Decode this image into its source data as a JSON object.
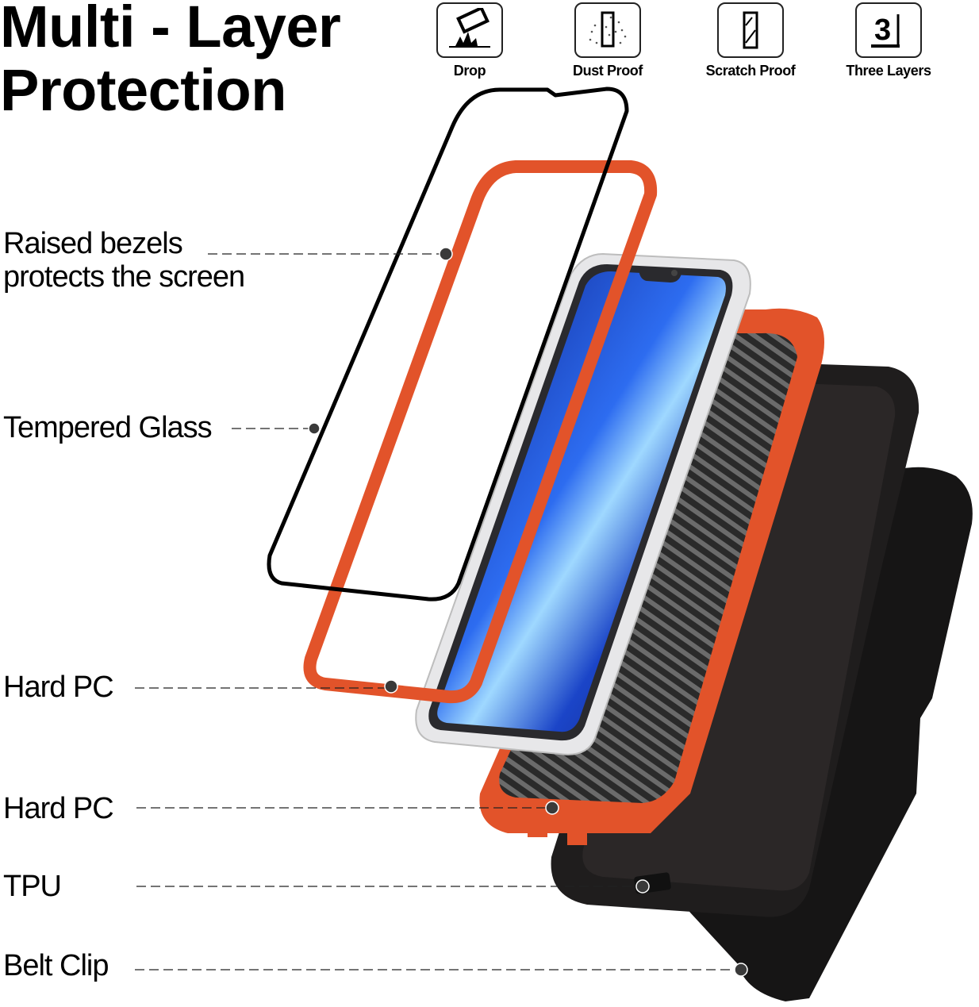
{
  "header": {
    "title_line1": "Multi - Layer",
    "title_line2": "Protection"
  },
  "features": [
    {
      "label": "Drop",
      "icon": "drop-impact-icon"
    },
    {
      "label": "Dust Proof",
      "icon": "dust-proof-icon"
    },
    {
      "label": "Scratch Proof",
      "icon": "scratch-proof-icon"
    },
    {
      "label": "Three Layers",
      "icon": "three-layers-icon"
    }
  ],
  "callouts": [
    {
      "line1": "Raised bezels",
      "line2": "protects the screen"
    },
    {
      "label": "Tempered Glass"
    },
    {
      "label": "Hard PC"
    },
    {
      "label": "Hard PC"
    },
    {
      "label": "TPU"
    },
    {
      "label": "Belt Clip"
    }
  ],
  "colors": {
    "accent_orange": "#E2532A",
    "case_black": "#1c1a1a",
    "screen_blue": "#1f3fbf",
    "glass_outline": "#000000",
    "leader_dot": "#3a3a3a"
  }
}
